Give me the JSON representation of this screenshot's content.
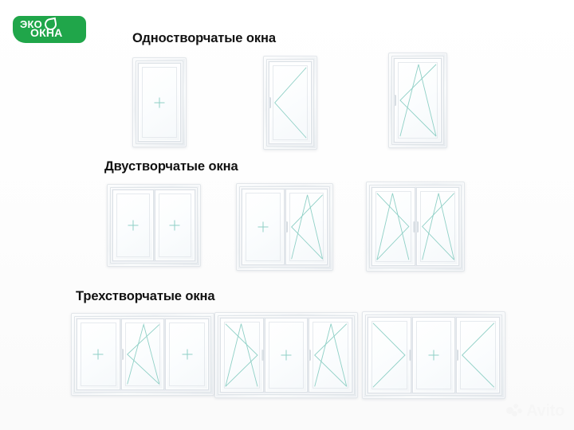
{
  "brand": {
    "name_top": "ЭКО",
    "name_bottom": "ОКНА",
    "color": "#20a64a",
    "logo_icon": "leaf-icon"
  },
  "watermark": {
    "label": "Avito",
    "icon": "avito-logo-icon",
    "color": "#f3f3f3"
  },
  "palette": {
    "background": "#ffffff",
    "frame_white": "#eef1f4",
    "opening_line": "#8fd0c6",
    "heading_text": "#111111"
  },
  "sections": [
    {
      "id": "single-sash",
      "heading": "Одностворчатые окна",
      "windows": [
        {
          "id": "s1",
          "sashes": [
            {
              "type": "fixed",
              "marker": "plus"
            }
          ]
        },
        {
          "id": "s2",
          "sashes": [
            {
              "type": "turn",
              "hinge": "right",
              "handle": "left"
            }
          ]
        },
        {
          "id": "s3",
          "sashes": [
            {
              "type": "tilt-turn",
              "hinge": "right",
              "handle": "left"
            }
          ]
        }
      ]
    },
    {
      "id": "double-sash",
      "heading": "Двустворчатые окна",
      "windows": [
        {
          "id": "d1",
          "sashes": [
            {
              "type": "fixed",
              "marker": "plus"
            },
            {
              "type": "fixed",
              "marker": "plus"
            }
          ]
        },
        {
          "id": "d2",
          "sashes": [
            {
              "type": "fixed",
              "marker": "plus"
            },
            {
              "type": "tilt-turn",
              "hinge": "right",
              "handle": "left"
            }
          ]
        },
        {
          "id": "d3",
          "sashes": [
            {
              "type": "tilt-turn",
              "hinge": "left",
              "handle": "right"
            },
            {
              "type": "tilt-turn",
              "hinge": "right",
              "handle": "left"
            }
          ]
        }
      ]
    },
    {
      "id": "triple-sash",
      "heading": "Трехстворчатые окна",
      "windows": [
        {
          "id": "t1",
          "sashes": [
            {
              "type": "fixed",
              "marker": "plus"
            },
            {
              "type": "tilt-turn",
              "hinge": "right",
              "handle": "left"
            },
            {
              "type": "fixed",
              "marker": "plus"
            }
          ]
        },
        {
          "id": "t2",
          "sashes": [
            {
              "type": "tilt-turn",
              "hinge": "left",
              "handle": "right"
            },
            {
              "type": "fixed",
              "marker": "plus"
            },
            {
              "type": "tilt-turn",
              "hinge": "right",
              "handle": "left"
            }
          ]
        },
        {
          "id": "t3",
          "sashes": [
            {
              "type": "turn",
              "hinge": "left",
              "handle": "right"
            },
            {
              "type": "fixed",
              "marker": "plus"
            },
            {
              "type": "turn",
              "hinge": "right",
              "handle": "left"
            }
          ]
        }
      ]
    }
  ]
}
